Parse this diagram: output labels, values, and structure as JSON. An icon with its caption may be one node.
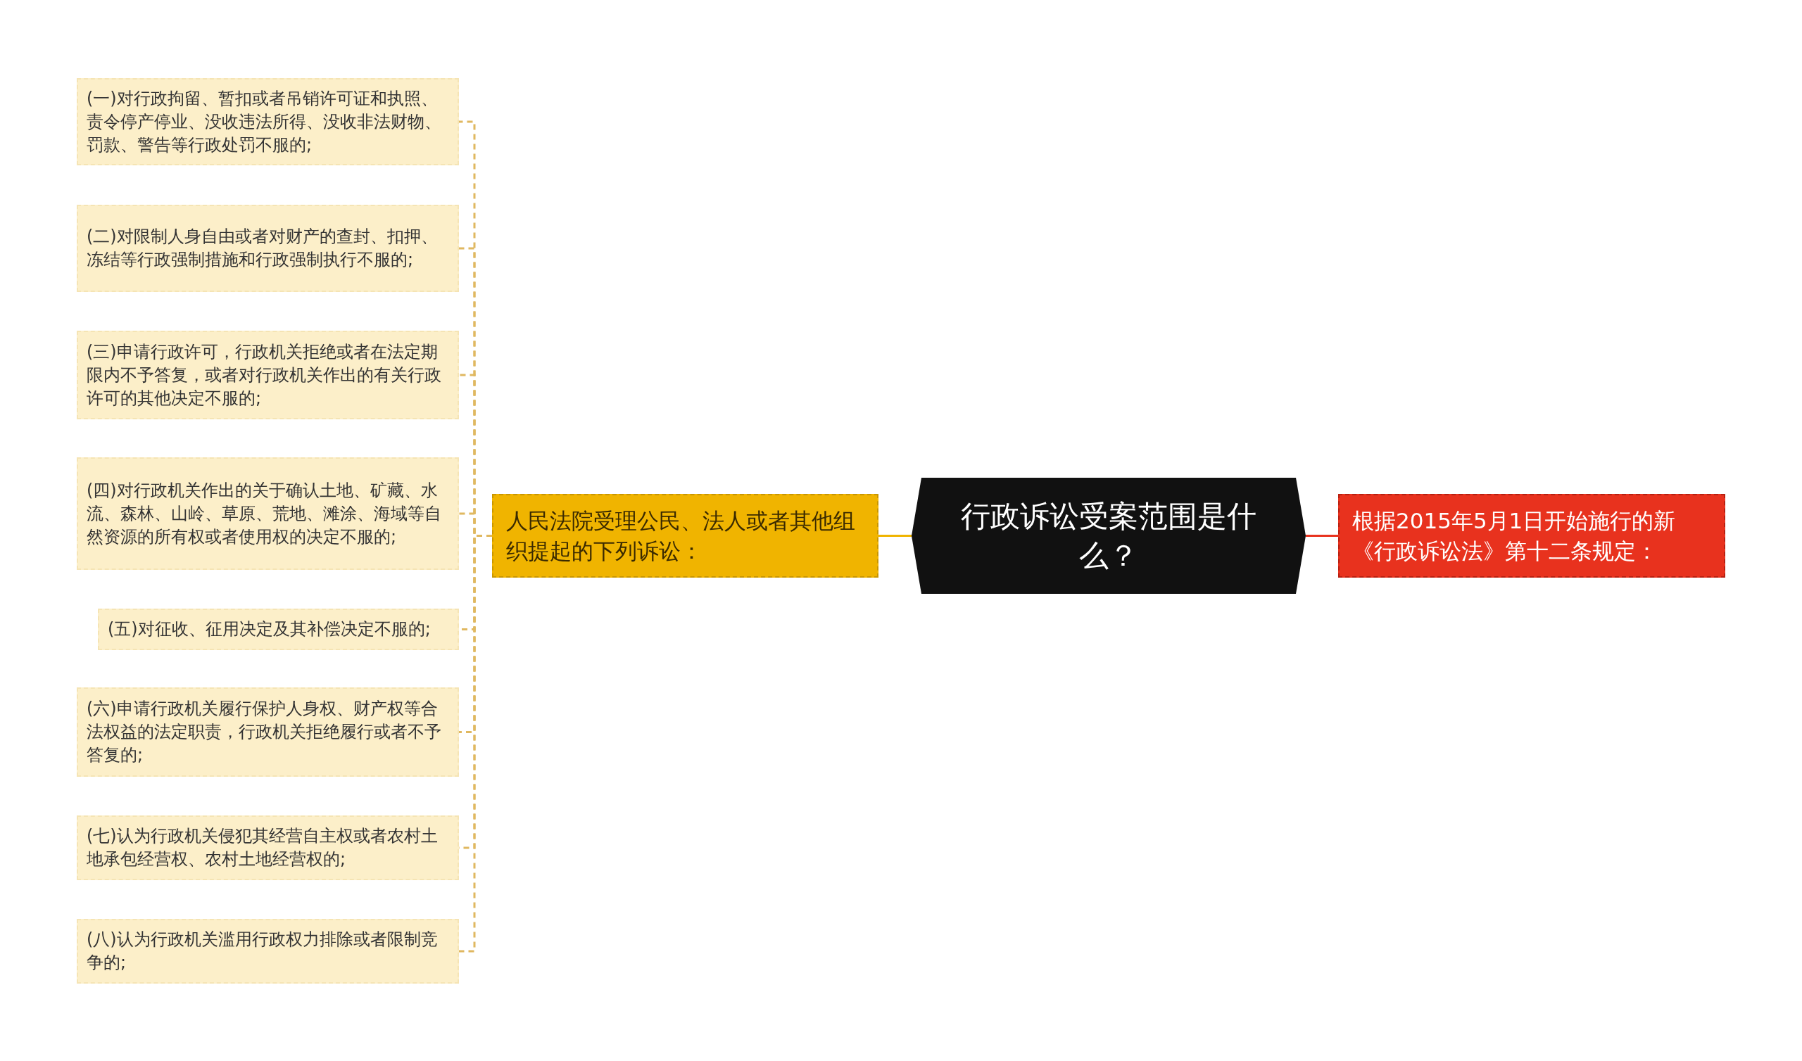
{
  "diagram": {
    "nodes": [
      {
        "text": [
          "行政诉讼受案范围是什么？"
        ]
      },
      {
        "text": [
          "人民法院受理公民、法人或者其他组织提起的下列诉讼："
        ]
      },
      {
        "text": [
          "(一)对行政拘留、暂扣或者吊销许可证和执照、责令停产停业、没收违法所得、没收非法财物、罚款、警告等行政处罚不服的;"
        ]
      },
      {
        "text": [
          "(二)对限制人身自由或者对财产的查封、扣押、冻结等行政强制措施和行政强制执行不服的;"
        ]
      },
      {
        "text": [
          "(三)申请行政许可，行政机关拒绝或者在法定期限内不予答复，或者对行政机关作出的有关行政许可的其他决定不服的;"
        ]
      },
      {
        "text": [
          "(四)对行政机关作出的关于确认土地、矿藏、水流、森林、山岭、草原、荒地、滩涂、海域等自然资源的所有权或者使用权的决定不服的;"
        ]
      },
      {
        "text": [
          "(五)对征收、征用决定及其补偿决定不服的;"
        ]
      },
      {
        "text": [
          "(六)申请行政机关履行保护人身权、财产权等合法权益的法定职责，行政机关拒绝履行或者不予答复的;"
        ]
      },
      {
        "text": [
          "(七)认为行政机关侵犯其经营自主权或者农村土地承包经营权、农村土地经营权的;"
        ]
      },
      {
        "text": [
          "(八)认为行政机关滥用行政权力排除或者限制竞争的;"
        ]
      },
      {
        "text": [
          "根据2015年5月1日开始施行的新《行政诉讼法》第十二条规定："
        ]
      }
    ],
    "edges": [
      {
        "from": 0,
        "to": 1,
        "arrow": "none",
        "color": "#f0b400"
      },
      {
        "from": 0,
        "to": 10,
        "arrow": "none",
        "color": "#e8321e"
      },
      {
        "from": 1,
        "to": 2,
        "arrow": "none",
        "style": "dashed"
      },
      {
        "from": 1,
        "to": 3,
        "arrow": "none",
        "style": "dashed"
      },
      {
        "from": 1,
        "to": 4,
        "arrow": "none",
        "style": "dashed"
      },
      {
        "from": 1,
        "to": 5,
        "arrow": "none",
        "style": "dashed"
      },
      {
        "from": 1,
        "to": 6,
        "arrow": "none",
        "style": "dashed"
      },
      {
        "from": 1,
        "to": 7,
        "arrow": "none",
        "style": "dashed"
      },
      {
        "from": 1,
        "to": 8,
        "arrow": "none",
        "style": "dashed"
      },
      {
        "from": 1,
        "to": 9,
        "arrow": "none",
        "style": "dashed"
      }
    ]
  }
}
